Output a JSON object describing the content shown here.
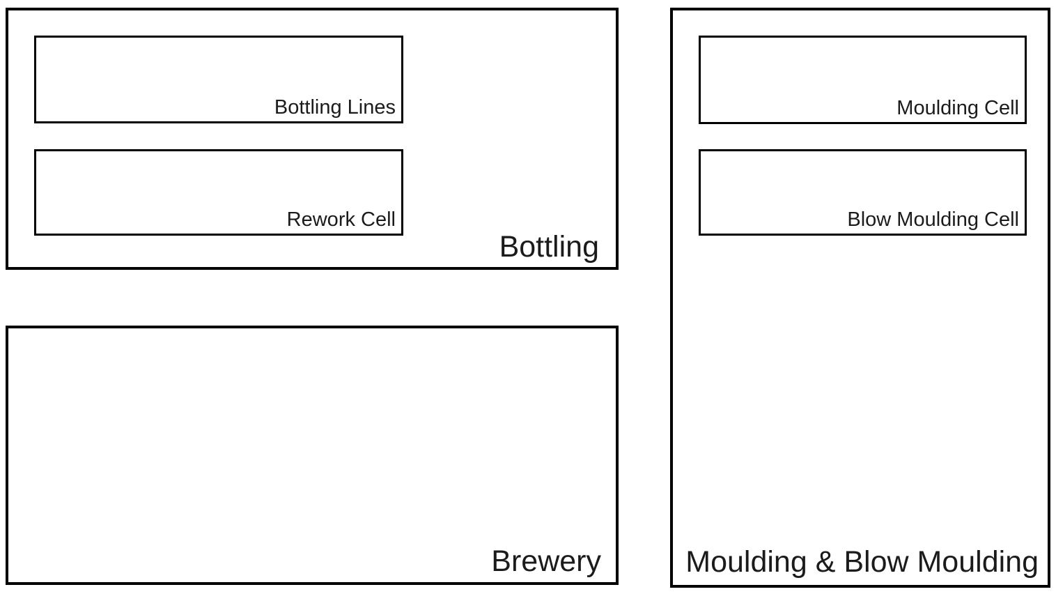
{
  "diagram": {
    "background_color": "#ffffff",
    "border_color": "#000000",
    "text_color": "#1b1b1b",
    "areas": [
      {
        "id": "bottling",
        "label": "Bottling",
        "cells": [
          {
            "id": "bottling-lines",
            "label": "Bottling Lines"
          },
          {
            "id": "rework-cell",
            "label": "Rework Cell"
          }
        ]
      },
      {
        "id": "brewery",
        "label": "Brewery",
        "cells": []
      },
      {
        "id": "moulding-blow-moulding",
        "label": "Moulding & Blow Moulding",
        "cells": [
          {
            "id": "moulding-cell",
            "label": "Moulding Cell"
          },
          {
            "id": "blow-moulding-cell",
            "label": "Blow Moulding Cell"
          }
        ]
      }
    ]
  }
}
